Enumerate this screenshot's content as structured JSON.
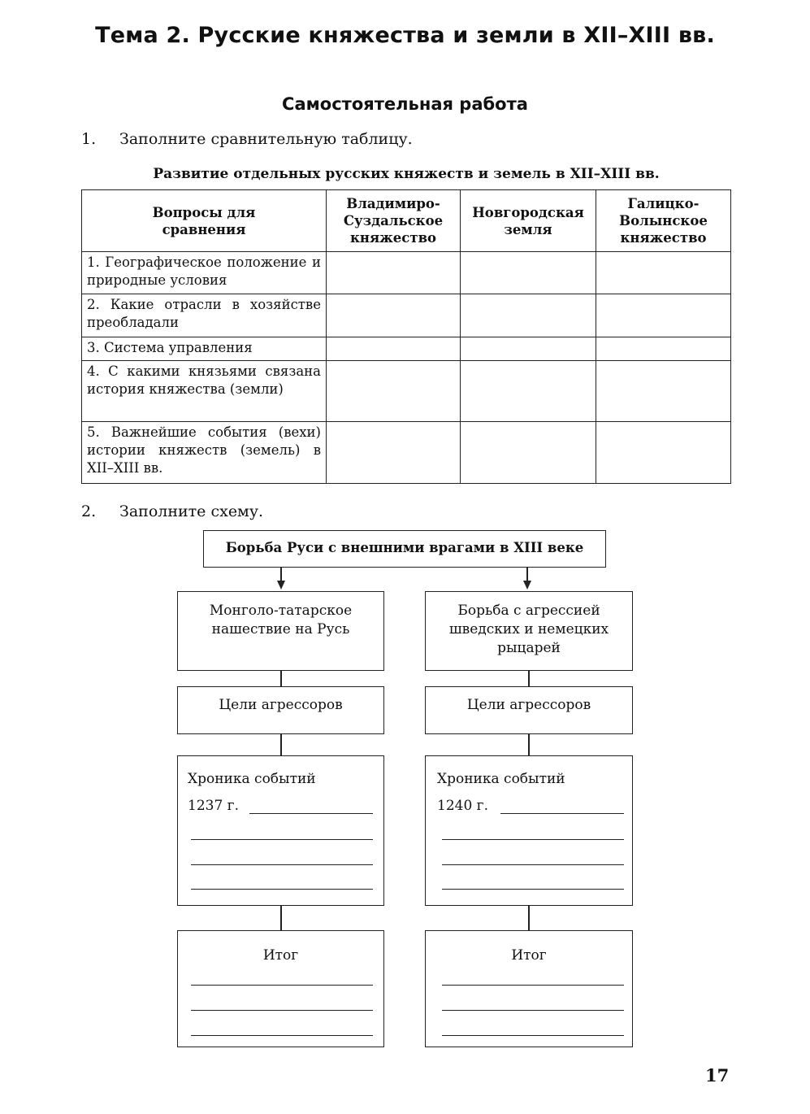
{
  "header": {
    "title": "Тема 2. Русские княжества и земли в XII–XIII вв.",
    "subtitle": "Самостоятельная работа"
  },
  "task1": {
    "number": "1.",
    "text": "Заполните сравнительную таблицу.",
    "table_caption": "Развитие отдельных русских княжеств и земель в XII–XIII вв.",
    "columns": [
      "Вопросы для сравнения",
      "Владимиро-Суздальское княжество",
      "Новгородская земля",
      "Галицко-Волынское княжество"
    ],
    "rows": [
      "1. Географическое положение и природные условия",
      "2. Какие отрасли в хозяйстве преобладали",
      "3. Система управления",
      "4. С какими князьями связана история княжества (земли)",
      "5. Важнейшие события (вехи) истории княжеств (земель) в XII–XIII вв."
    ]
  },
  "task2": {
    "number": "2.",
    "text": "Заполните схему.",
    "scheme": {
      "top": "Борьба Руси с внешними врагами в XIII веке",
      "left": {
        "title": "Монголо-татарское нашествие на Русь",
        "goals": "Цели агрессоров",
        "chronicle": "Хроника событий",
        "year": "1237 г.",
        "result": "Итог"
      },
      "right": {
        "title": "Борьба с агрессией шведских и немецких рыцарей",
        "goals": "Цели агрессоров",
        "chronicle": "Хроника событий",
        "year": "1240 г.",
        "result": "Итог"
      }
    }
  },
  "page_number": "17"
}
